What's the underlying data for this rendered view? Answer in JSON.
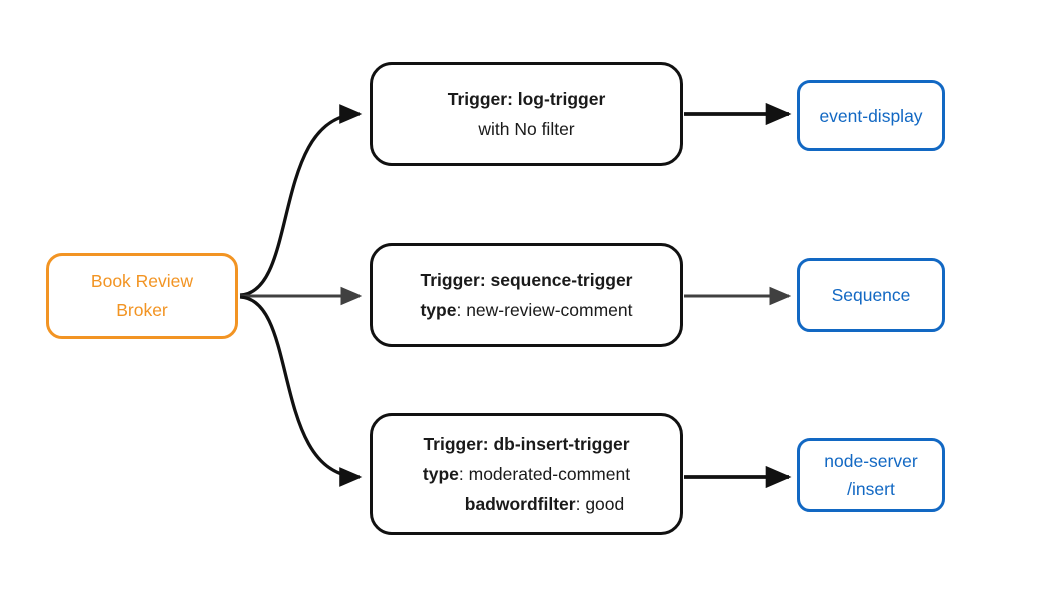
{
  "broker": {
    "line1": "Book Review",
    "line2": "Broker"
  },
  "triggers": [
    {
      "title": "Trigger: log-trigger",
      "subtitle": "with No filter"
    },
    {
      "title": "Trigger: sequence-trigger",
      "attr_key": "type",
      "attr_value": ": new-review-comment"
    },
    {
      "title": "Trigger: db-insert-trigger",
      "attr_key": "type",
      "attr_value": ": moderated-comment",
      "attr2_key": "badwordfilter",
      "attr2_value": ": good"
    }
  ],
  "sinks": [
    {
      "line1": "event-display"
    },
    {
      "line1": "Sequence"
    },
    {
      "line1": "node-server",
      "line2": "/insert"
    }
  ],
  "colors": {
    "background": "#FFFFFF",
    "broker_accent": "#F29423",
    "trigger_border": "#111111",
    "sink_accent": "#1268C3",
    "edge_dark": "#111111",
    "edge_gray": "#404040"
  }
}
